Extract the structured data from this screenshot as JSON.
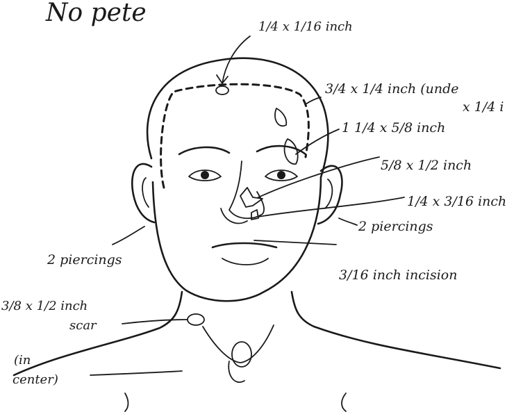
{
  "header_note": "No pete",
  "labels": {
    "scalp_mark": "1/4 x 1/16 inch",
    "forehead_upper": "3/4 x 1/4 inch (unde",
    "forehead_upper_cont": "x 1/4 i",
    "forehead_mark": "1 1/4 x 5/8 inch",
    "nose_mark": "5/8 x 1/2 inch",
    "nostril_mark": "1/4 x 3/16 inch",
    "right_ear": "2 piercings",
    "left_ear": "2 piercings",
    "lip_mark": "3/16 inch incision",
    "neck_scar_a": "3/8 x 1/2 inch",
    "neck_scar_b": "scar",
    "center_a": "(in",
    "center_b": "center)"
  },
  "colors": {
    "ink": "#1a1a1a",
    "paper": "#ffffff"
  }
}
